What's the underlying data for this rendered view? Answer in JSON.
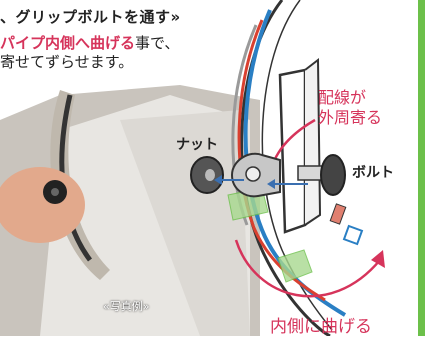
{
  "title": "、グリップボルトを通す»",
  "description": {
    "line1_highlight": "パイプ内側へ曲げる",
    "line1_rest": "事で、",
    "line2": "寄せてずらせます。"
  },
  "labels": {
    "nut": "ナット",
    "bolt": "ボルト",
    "wire_line1": "配線が",
    "wire_line2": "外周寄る",
    "bend_inward": "内側に曲げる",
    "photo_example": "«写真例»"
  },
  "colors": {
    "accent_red": "#d6345b",
    "green": "#6cc04a",
    "wire_blue": "#2a7fc4",
    "wire_red": "#d94030",
    "arrow_blue": "#3a6fb0"
  }
}
